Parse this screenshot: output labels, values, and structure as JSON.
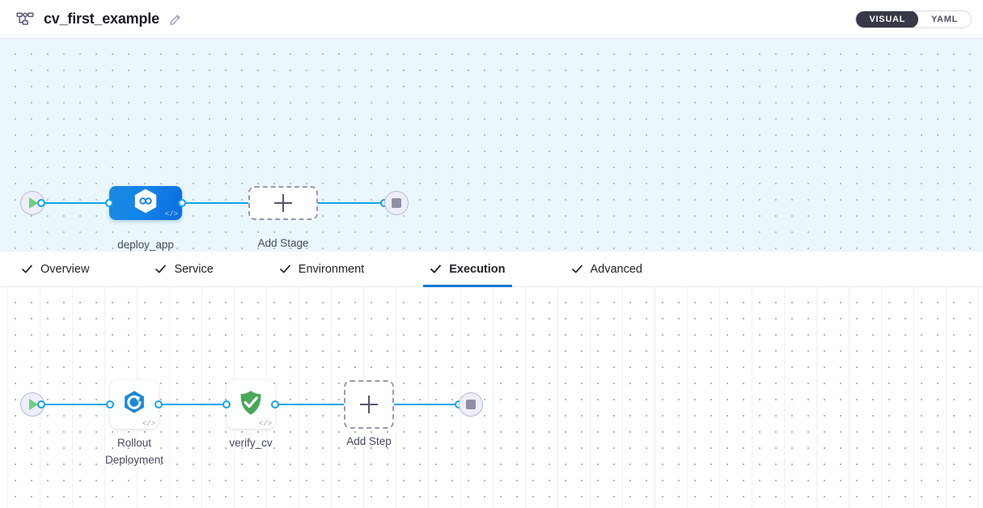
{
  "header": {
    "pipeline_icon": "pipeline-hierarchy-icon",
    "title": "cv_first_example",
    "edit_icon": "pencil-icon",
    "view_toggle": {
      "visual_label": "VISUAL",
      "yaml_label": "YAML",
      "selected": "VISUAL",
      "active_bg": "#383946"
    }
  },
  "stage_canvas": {
    "background_color": "#eaf7fc",
    "start_node": {
      "icon": "play-icon",
      "label": ""
    },
    "end_node": {
      "icon": "stop-icon",
      "label": ""
    },
    "nodes": [
      {
        "id": "deploy_app",
        "label": "deploy_app",
        "type": "stage",
        "icon": "harness-hexagon-icon",
        "code_mark": "</>",
        "accent": "#1285e8"
      },
      {
        "id": "add_stage",
        "label": "Add Stage",
        "type": "add",
        "icon": "plus-icon"
      }
    ]
  },
  "tabs": {
    "items": [
      {
        "label": "Overview",
        "icon": "check-icon",
        "active": false
      },
      {
        "label": "Service",
        "icon": "check-icon",
        "active": false
      },
      {
        "label": "Environment",
        "icon": "check-icon",
        "active": false
      },
      {
        "label": "Execution",
        "icon": "check-icon",
        "active": true
      },
      {
        "label": "Advanced",
        "icon": "check-icon",
        "active": false
      }
    ],
    "active_underline_color": "#0278d5"
  },
  "exec_canvas": {
    "background_color": "#ffffff",
    "start_node": {
      "icon": "play-icon"
    },
    "end_node": {
      "icon": "stop-icon"
    },
    "steps": [
      {
        "id": "rollout_deployment",
        "label": "Rollout\nDeployment",
        "icon": "k8s-rollout-icon",
        "code_mark": "</>",
        "accent": "#1d87d8"
      },
      {
        "id": "verify_cv",
        "label": "verify_cv",
        "icon": "green-shield-check-icon",
        "code_mark": "</>",
        "accent": "#4aa85a"
      },
      {
        "id": "add_step",
        "label": "Add Step",
        "icon": "plus-icon",
        "type": "add"
      }
    ]
  },
  "edge_color": "#0fa5e9"
}
